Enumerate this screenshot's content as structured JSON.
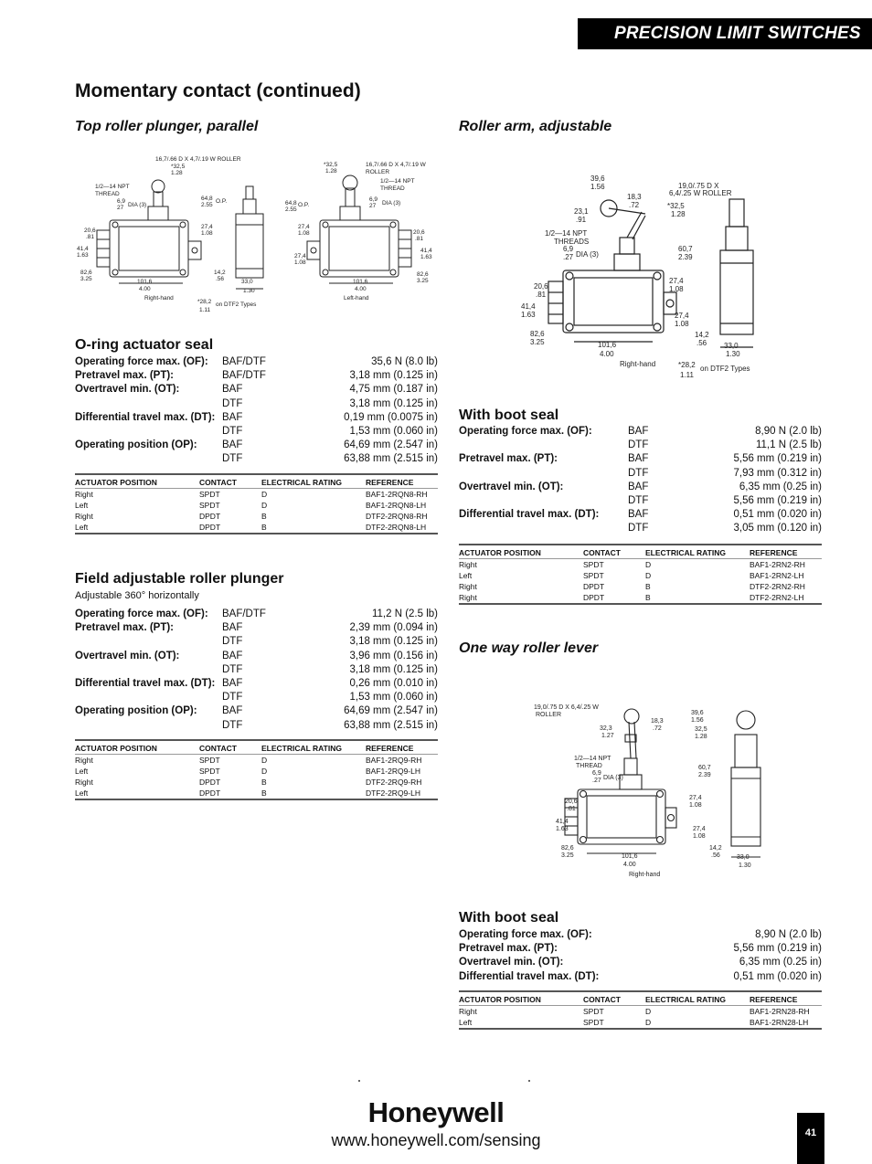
{
  "banner": "PRECISION LIMIT SWITCHES",
  "title": "Momentary contact (continued)",
  "left": {
    "top_roller": {
      "heading": "Top roller plunger, parallel",
      "drawing_labels": {
        "roller": "16,7/.66 D X 4,7/.19 W ROLLER",
        "roller_b": "16,7/.66 D X 4,7/.19 W",
        "roller_b2": "ROLLER",
        "d325": "*32,5",
        "d128": "1.28",
        "npt": "1/2—14 NPT",
        "thread": "THREAD",
        "d69": "6,9",
        "d27": "27",
        "dia": "DIA (3)",
        "d648": "64,8",
        "d255": "2.55",
        "op": "O.P.",
        "d274": "27,4",
        "d108": "1.08",
        "d206": "20,6",
        "d81": ".81",
        "d414": "41,4",
        "d163": "1.63",
        "d826": "82,6",
        "d325b": "3.25",
        "d1016": "101,6",
        "d400": "4.00",
        "d142": "14,2",
        "d56": ".56",
        "d330": "33,0",
        "d130": "1.30",
        "right_hand": "Right-hand",
        "left_hand": "Left-hand",
        "d282": "*28,2",
        "d111": "1.11",
        "dtf2": "on DTF2 Types"
      }
    },
    "oring": {
      "heading": "O-ring actuator seal",
      "rows": [
        {
          "label": "Operating force max. (OF):",
          "type": "BAF/DTF",
          "value": "35,6 N (8.0 lb)"
        },
        {
          "label": "Pretravel max. (PT):",
          "type": "BAF/DTF",
          "value": "3,18 mm (0.125 in)"
        },
        {
          "label": "Overtravel min. (OT):",
          "type": "BAF",
          "value": "4,75 mm (0.187 in)"
        },
        {
          "label": "",
          "type": "DTF",
          "value": "3,18 mm (0.125 in)"
        },
        {
          "label": "Differential travel max. (DT):",
          "type": "BAF",
          "value": "0,19 mm (0.0075 in)"
        },
        {
          "label": "",
          "type": "DTF",
          "value": "1,53 mm (0.060 in)"
        },
        {
          "label": "Operating position (OP):",
          "type": "BAF",
          "value": "64,69 mm (2.547 in)"
        },
        {
          "label": "",
          "type": "DTF",
          "value": "63,88 mm (2.515 in)"
        }
      ],
      "table": {
        "headers": [
          "ACTUATOR POSITION",
          "CONTACT",
          "ELECTRICAL RATING",
          "REFERENCE"
        ],
        "rows": [
          [
            "Right",
            "SPDT",
            "D",
            "BAF1-2RQN8-RH"
          ],
          [
            "Left",
            "SPDT",
            "D",
            "BAF1-2RQN8-LH"
          ],
          [
            "Right",
            "DPDT",
            "B",
            "DTF2-2RQN8-RH"
          ],
          [
            "Left",
            "DPDT",
            "B",
            "DTF2-2RQN8-LH"
          ]
        ]
      }
    },
    "field": {
      "heading": "Field adjustable roller plunger",
      "note": "Adjustable 360° horizontally",
      "rows": [
        {
          "label": "Operating force max. (OF):",
          "type": "BAF/DTF",
          "value": "11,2 N (2.5 lb)"
        },
        {
          "label": "Pretravel max. (PT):",
          "type": "BAF",
          "value": "2,39 mm (0.094 in)"
        },
        {
          "label": "",
          "type": "DTF",
          "value": "3,18 mm (0.125 in)"
        },
        {
          "label": "Overtravel min. (OT):",
          "type": "BAF",
          "value": "3,96 mm (0.156 in)"
        },
        {
          "label": "",
          "type": "DTF",
          "value": "3,18 mm (0.125 in)"
        },
        {
          "label": "Differential travel max. (DT):",
          "type": "BAF",
          "value": "0,26 mm (0.010 in)"
        },
        {
          "label": "",
          "type": "DTF",
          "value": "1,53 mm (0.060 in)"
        },
        {
          "label": "Operating position (OP):",
          "type": "BAF",
          "value": "64,69 mm (2.547 in)"
        },
        {
          "label": "",
          "type": "DTF",
          "value": "63,88 mm (2.515 in)"
        }
      ],
      "table": {
        "headers": [
          "ACTUATOR POSITION",
          "CONTACT",
          "ELECTRICAL RATING",
          "REFERENCE"
        ],
        "rows": [
          [
            "Right",
            "SPDT",
            "D",
            "BAF1-2RQ9-RH"
          ],
          [
            "Left",
            "SPDT",
            "D",
            "BAF1-2RQ9-LH"
          ],
          [
            "Right",
            "DPDT",
            "B",
            "DTF2-2RQ9-RH"
          ],
          [
            "Left",
            "DPDT",
            "B",
            "DTF2-2RQ9-LH"
          ]
        ]
      }
    }
  },
  "right": {
    "roller_arm": {
      "heading": "Roller arm, adjustable",
      "drawing_labels": {
        "d396": "39,6",
        "d156": "1.56",
        "roller1": "19,0/.75 D X",
        "roller2": "6,4/.25 W ROLLER",
        "d183": "18,3",
        "d72": ".72",
        "d231": "23,1",
        "d91": ".91",
        "d325": "*32,5",
        "d128": "1.28",
        "npt": "1/2—14 NPT",
        "threads": "THREADS",
        "d69": "6,9",
        "d27": ".27",
        "dia": "DIA (3)",
        "d607": "60,7",
        "d239": "2.39",
        "d274": "27,4",
        "d108": "1.08",
        "d206": "20,6",
        "d81": ".81",
        "d414": "41,4",
        "d163": "1.63",
        "d826": "82,6",
        "d325b": "3.25",
        "d1016": "101,6",
        "d400": "4.00",
        "d142": "14,2",
        "d56": ".56",
        "d330": "33,0",
        "d130": "1.30",
        "right_hand": "Right-hand",
        "d282": "*28,2",
        "d111": "1.11",
        "dtf2": "on DTF2 Types"
      }
    },
    "boot1": {
      "heading": "With boot seal",
      "rows": [
        {
          "label": "Operating force max. (OF):",
          "type": "BAF",
          "value": "8,90 N (2.0 lb)"
        },
        {
          "label": "",
          "type": "DTF",
          "value": "11,1 N (2.5 lb)"
        },
        {
          "label": "Pretravel max. (PT):",
          "type": "BAF",
          "value": "5,56 mm (0.219 in)"
        },
        {
          "label": "",
          "type": "DTF",
          "value": "7,93 mm (0.312 in)"
        },
        {
          "label": "Overtravel min. (OT):",
          "type": "BAF",
          "value": "6,35 mm (0.25 in)"
        },
        {
          "label": "",
          "type": "DTF",
          "value": "5,56 mm (0.219 in)"
        },
        {
          "label": "Differential travel max. (DT):",
          "type": "BAF",
          "value": "0,51 mm (0.020 in)"
        },
        {
          "label": "",
          "type": "DTF",
          "value": "3,05  mm (0.120 in)"
        }
      ],
      "table": {
        "headers": [
          "ACTUATOR POSITION",
          "CONTACT",
          "ELECTRICAL RATING",
          "REFERENCE"
        ],
        "rows": [
          [
            "Right",
            "SPDT",
            "D",
            "BAF1-2RN2-RH"
          ],
          [
            "Left",
            "SPDT",
            "D",
            "BAF1-2RN2-LH"
          ],
          [
            "Right",
            "DPDT",
            "B",
            "DTF2-2RN2-RH"
          ],
          [
            "Right",
            "DPDT",
            "B",
            "DTF2-2RN2-LH"
          ]
        ]
      }
    },
    "one_way": {
      "heading": "One way roller lever",
      "drawing_labels": {
        "roller1": "19,0/.75 D X 6,4/.25 W",
        "roller2": "ROLLER",
        "d396": "39,6",
        "d156": "1.56",
        "d323": "32,3",
        "d127": "1.27",
        "d183": "18,3",
        "d72": ".72",
        "d325": "32,5",
        "d128": "1.28",
        "npt": "1/2—14 NPT",
        "thread": "THREAD",
        "d69": "6,9",
        "d27": ".27",
        "dia": "DIA (3)",
        "d607": "60,7",
        "d239": "2.39",
        "d274": "27,4",
        "d108": "1.08",
        "d206": "20,6",
        "d81": ".81",
        "d414": "41,4",
        "d163": "1.63",
        "d826": "82,6",
        "d325b": "3.25",
        "d1016": "101,6",
        "d400": "4.00",
        "d142": "14,2",
        "d56": ".56",
        "d330": "33,0",
        "d130": "1.30",
        "right_hand": "Right-hand"
      }
    },
    "boot2": {
      "heading": "With boot seal",
      "rows": [
        {
          "label": "Operating force max. (OF):",
          "type": "",
          "value": "8,90 N (2.0 lb)"
        },
        {
          "label": "Pretravel max. (PT):",
          "type": "",
          "value": "5,56 mm (0.219 in)"
        },
        {
          "label": "Overtravel min. (OT):",
          "type": "",
          "value": "6,35 mm (0.25 in)"
        },
        {
          "label": "Differential travel max. (DT):",
          "type": "",
          "value": "0,51 mm (0.020 in)"
        }
      ],
      "table": {
        "headers": [
          "ACTUATOR POSITION",
          "CONTACT",
          "ELECTRICAL RATING",
          "REFERENCE"
        ],
        "rows": [
          [
            "Right",
            "SPDT",
            "D",
            "BAF1-2RN28-RH"
          ],
          [
            "Left",
            "SPDT",
            "D",
            "BAF1-2RN28-LH"
          ]
        ]
      }
    }
  },
  "footer": {
    "logo": "Honeywell",
    "url": "www.honeywell.com/sensing",
    "page_number": "41"
  }
}
